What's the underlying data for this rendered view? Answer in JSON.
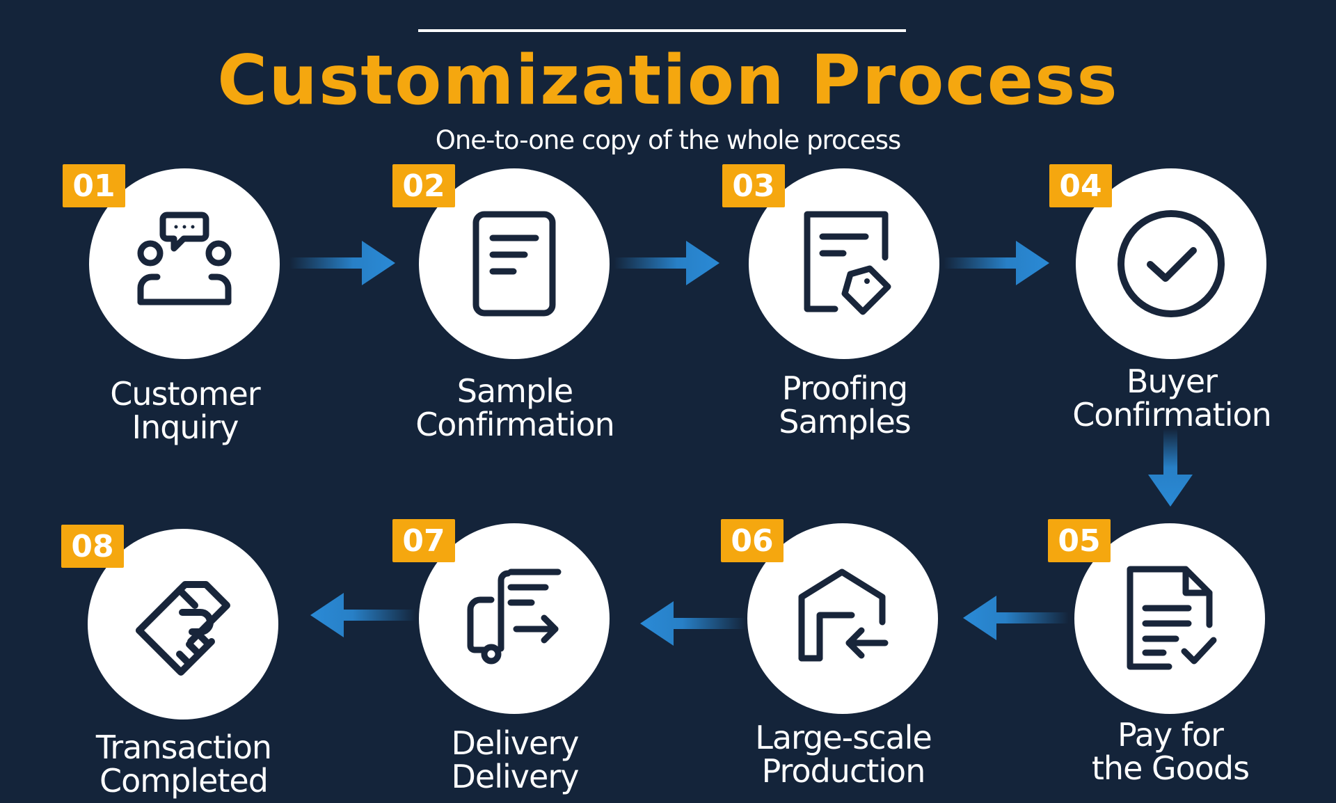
{
  "header": {
    "title": "Customization Process",
    "subtitle": "One-to-one copy of the whole process"
  },
  "steps": [
    {
      "number": "01",
      "line1": "Customer",
      "line2": "Inquiry",
      "icon": "meeting-chat-icon"
    },
    {
      "number": "02",
      "line1": "Sample",
      "line2": "Confirmation",
      "icon": "document-icon"
    },
    {
      "number": "03",
      "line1": "Proofing",
      "line2": "Samples",
      "icon": "document-tag-icon"
    },
    {
      "number": "04",
      "line1": "Buyer",
      "line2": "Confirmation",
      "icon": "checkmark-circle-icon"
    },
    {
      "number": "05",
      "line1": "Pay for",
      "line2": "the Goods",
      "icon": "document-check-icon"
    },
    {
      "number": "06",
      "line1": "Large-scale",
      "line2": "Production",
      "icon": "warehouse-arrow-icon"
    },
    {
      "number": "07",
      "line1": "Delivery",
      "line2": "Delivery",
      "icon": "delivery-truck-icon"
    },
    {
      "number": "08",
      "line1": "Transaction",
      "line2": "Completed",
      "icon": "handshake-icon"
    }
  ],
  "colors": {
    "background": "#14243a",
    "accent": "#f5a70f",
    "icon_stroke": "#18253a",
    "arrow": "#2a8ad6"
  }
}
